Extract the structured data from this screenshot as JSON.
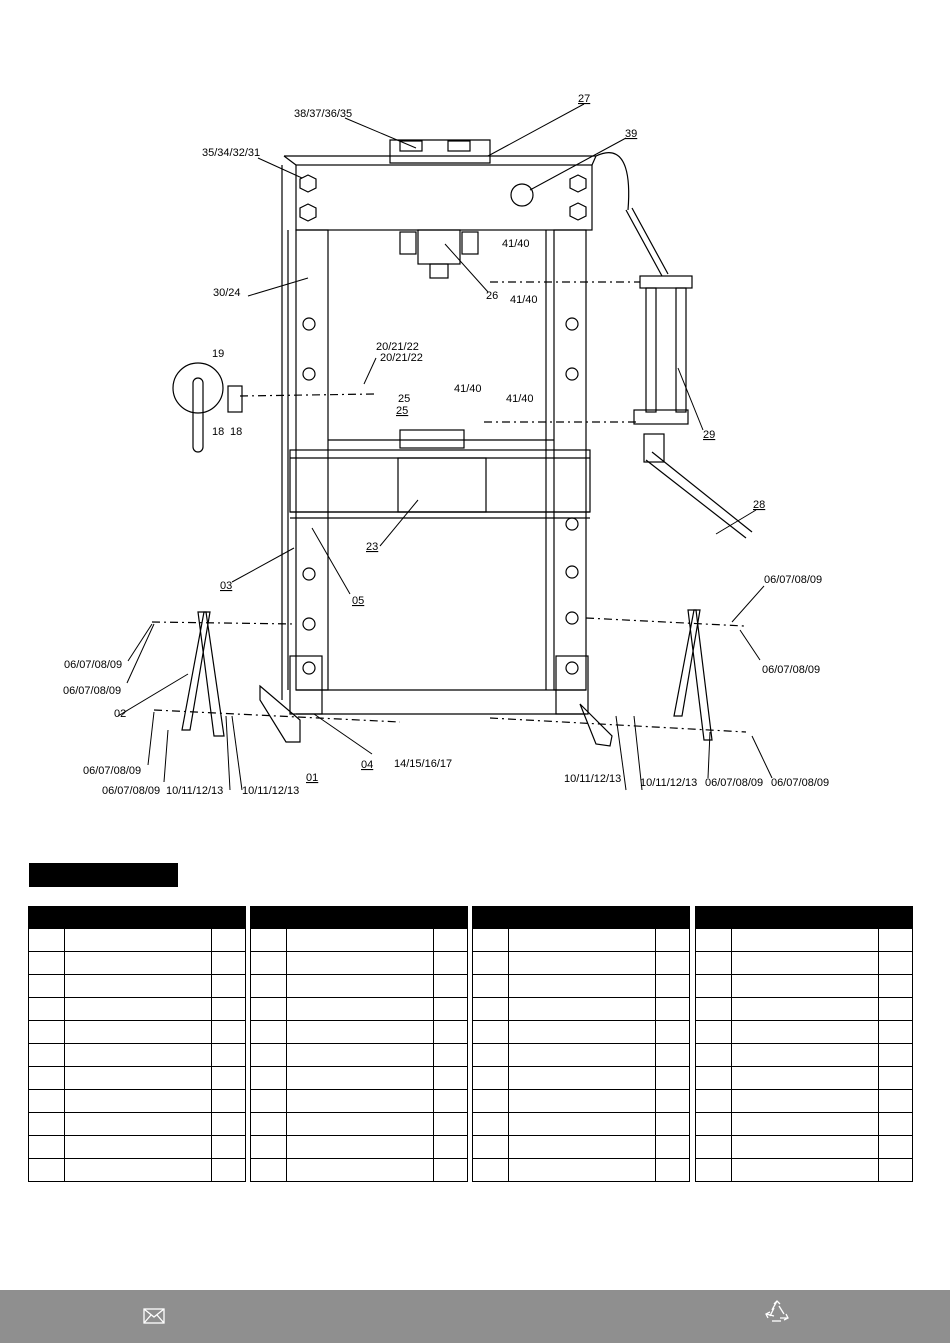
{
  "diagram": {
    "labels": {
      "l27": "27",
      "l38": "38/37/36/35",
      "l39": "39",
      "l35": "35/34/32/31",
      "l41a": "41/40",
      "l41b": "41/40",
      "l30": "30/24",
      "l26": "26",
      "l20a": "20/21/22",
      "l20b": "20/21/22",
      "l19": "19",
      "l41c": "41/40",
      "l41d": "41/40",
      "l25a": "25",
      "l25b": "25",
      "l18a": "18",
      "l18b": "18",
      "l29": "29",
      "l28": "28",
      "l23": "23",
      "l03": "03",
      "l05": "05",
      "l06a": "06/07/08/09",
      "l06b": "06/07/08/09",
      "l06c": "06/07/08/09",
      "l06d": "06/07/08/09",
      "l02": "02",
      "l14": "14/15/16/17",
      "l04": "04",
      "l01": "01",
      "l06e": "06/07/08/09",
      "l06f": "06/07/08/09",
      "l10a": "10/11/12/13",
      "l10b": "10/11/12/13",
      "l10c": "10/11/12/13",
      "l10d": "10/11/12/13",
      "l06g": "06/07/08/09",
      "l06h": "06/07/08/09"
    }
  },
  "parts_tables": {
    "count": 4,
    "body_rows": 11
  },
  "footer": {
    "icons": [
      "envelope-icon",
      "recycle-icon"
    ]
  }
}
